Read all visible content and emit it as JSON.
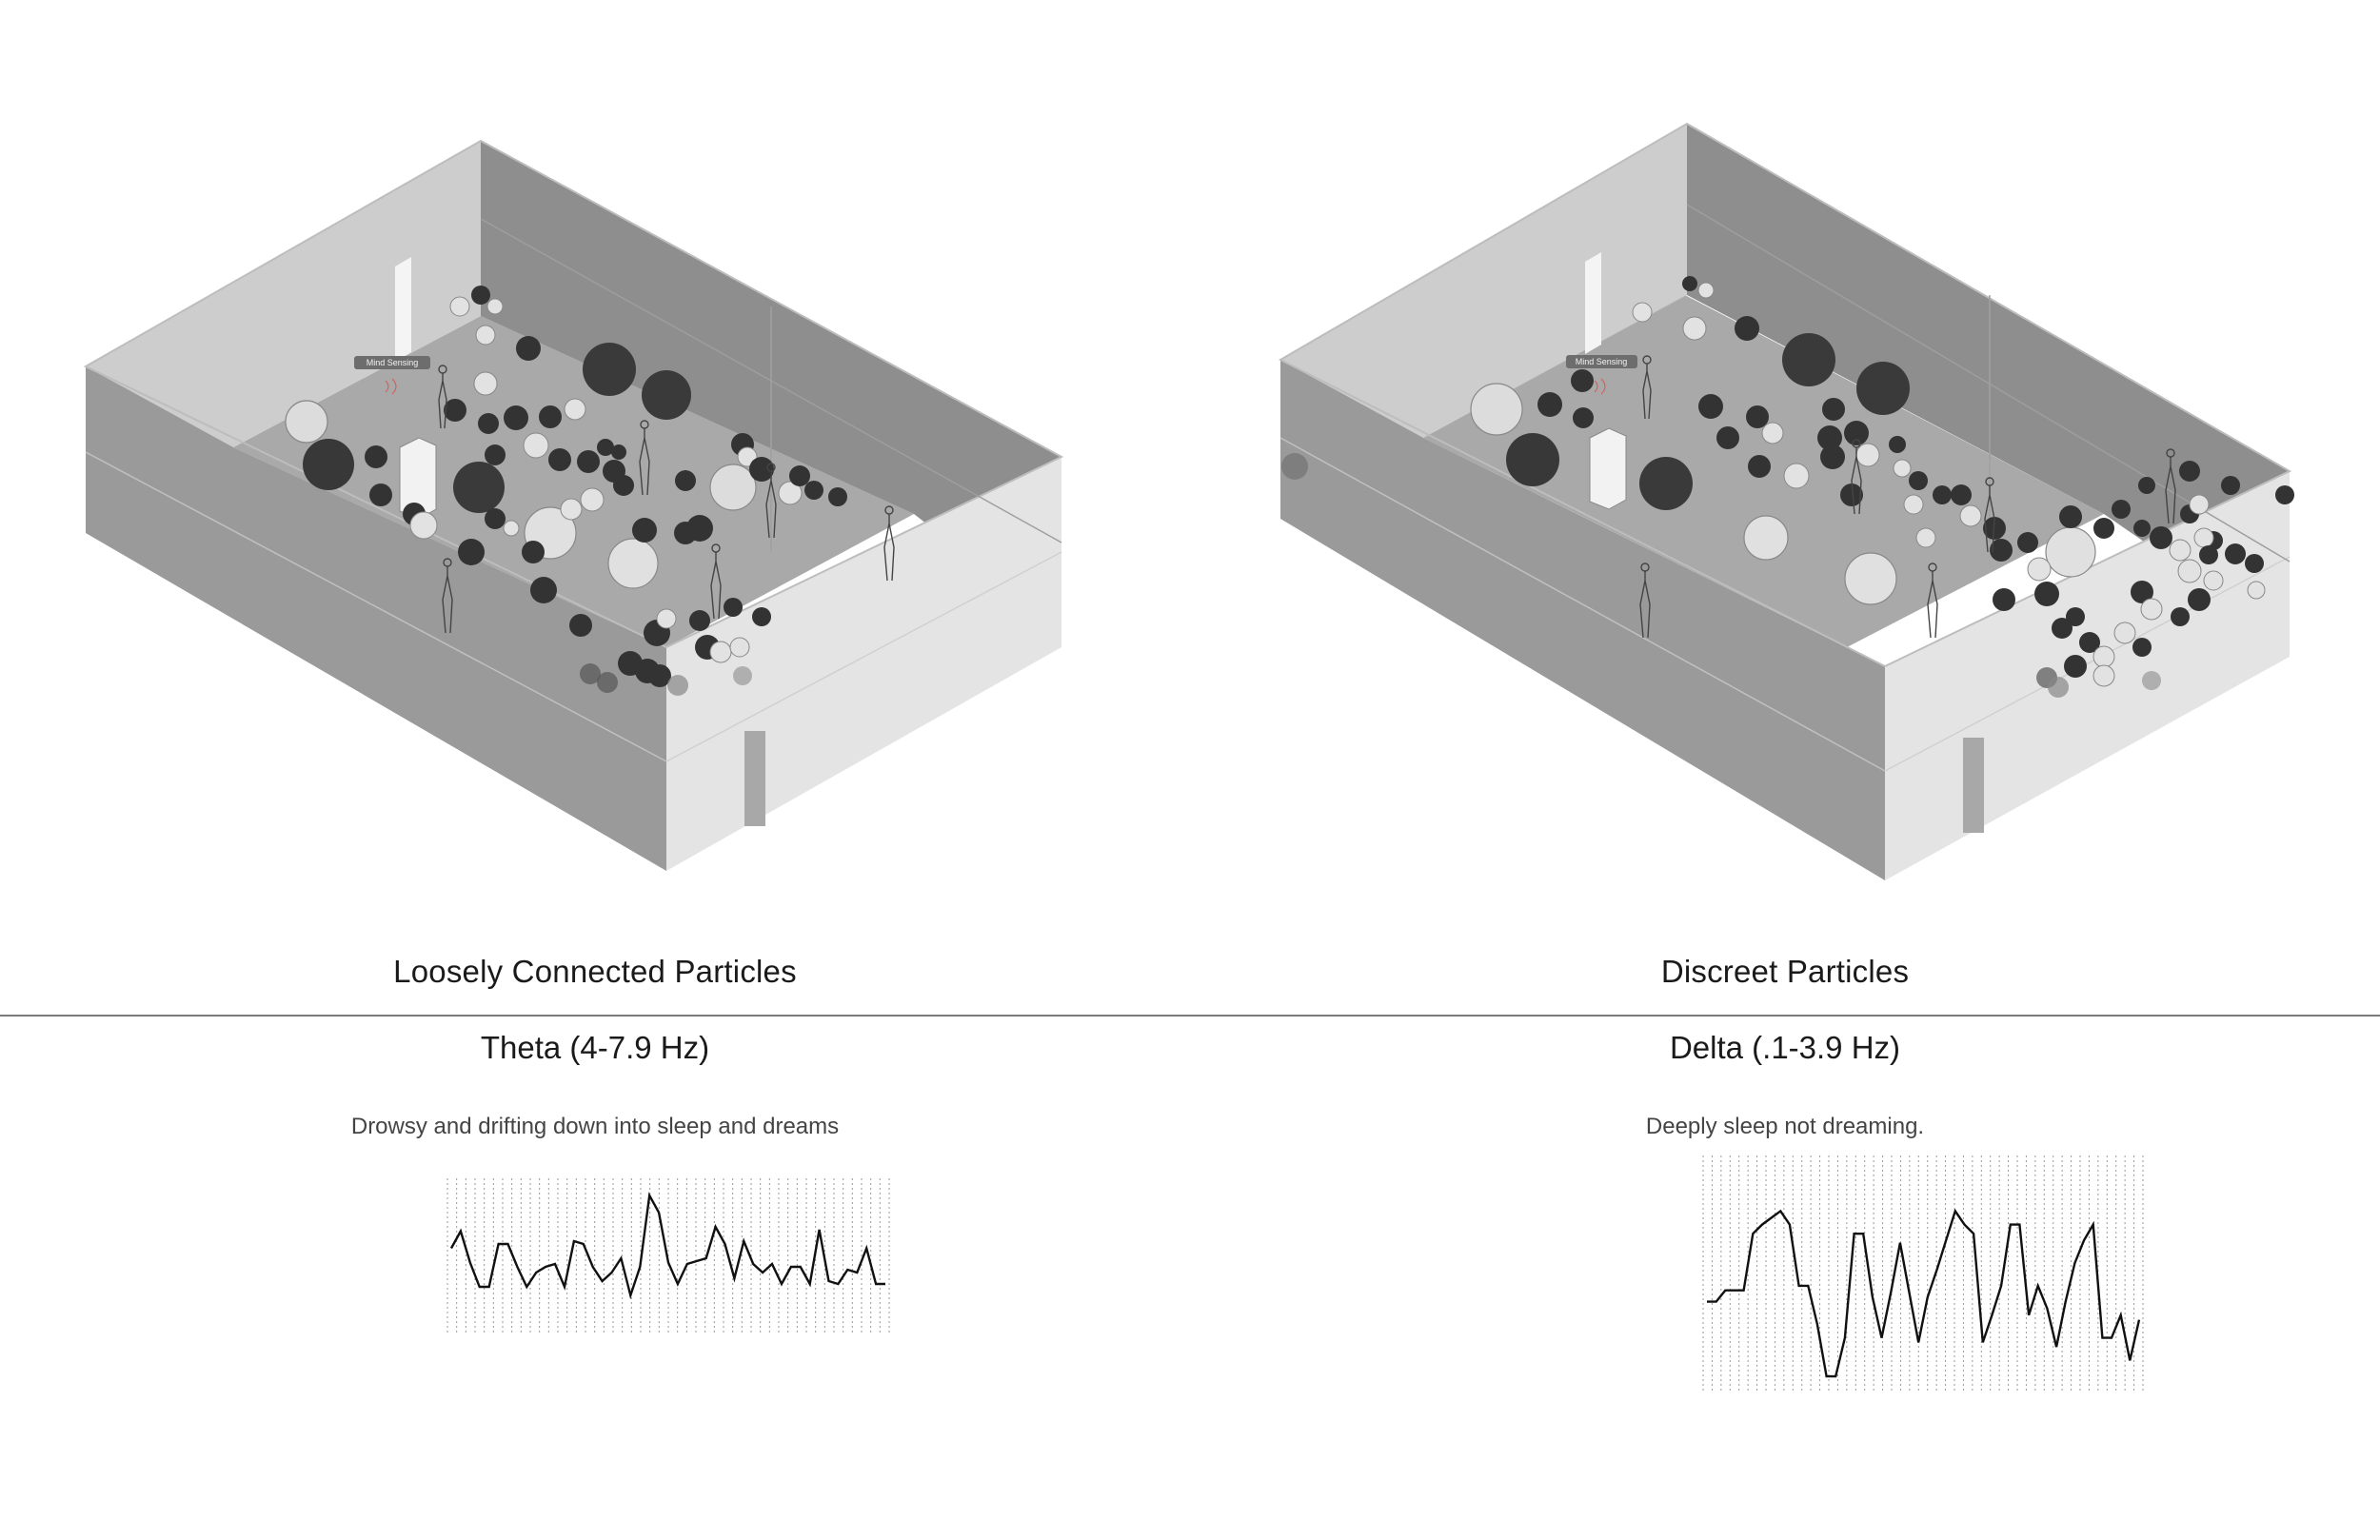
{
  "panels": [
    {
      "title": "Loosely Connected Particles",
      "band": "Theta (4-7.9 Hz)",
      "description": "Drowsy and drifting down into sleep and dreams",
      "tag": "Mind Sensing",
      "wave": [
        0.45,
        0.33,
        0.55,
        0.72,
        0.72,
        0.42,
        0.42,
        0.58,
        0.72,
        0.62,
        0.58,
        0.56,
        0.72,
        0.4,
        0.42,
        0.58,
        0.68,
        0.62,
        0.52,
        0.78,
        0.58,
        0.08,
        0.2,
        0.55,
        0.7,
        0.56,
        0.54,
        0.52,
        0.3,
        0.42,
        0.66,
        0.4,
        0.56,
        0.62,
        0.56,
        0.7,
        0.58,
        0.58,
        0.7,
        0.32,
        0.68,
        0.7,
        0.6,
        0.62,
        0.45,
        0.7,
        0.7
      ]
    },
    {
      "title": "Discreet Particles",
      "band": "Delta (.1-3.9 Hz)",
      "description": "Deeply sleep not dreaming.",
      "tag": "Mind Sensing",
      "wave": [
        0.62,
        0.62,
        0.57,
        0.57,
        0.57,
        0.32,
        0.28,
        0.25,
        0.22,
        0.28,
        0.55,
        0.55,
        0.72,
        0.95,
        0.95,
        0.78,
        0.32,
        0.32,
        0.6,
        0.78,
        0.58,
        0.36,
        0.58,
        0.8,
        0.6,
        0.48,
        0.35,
        0.22,
        0.28,
        0.32,
        0.8,
        0.68,
        0.55,
        0.28,
        0.28,
        0.68,
        0.55,
        0.65,
        0.82,
        0.62,
        0.45,
        0.35,
        0.28,
        0.78,
        0.78,
        0.68,
        0.88,
        0.7
      ]
    }
  ]
}
